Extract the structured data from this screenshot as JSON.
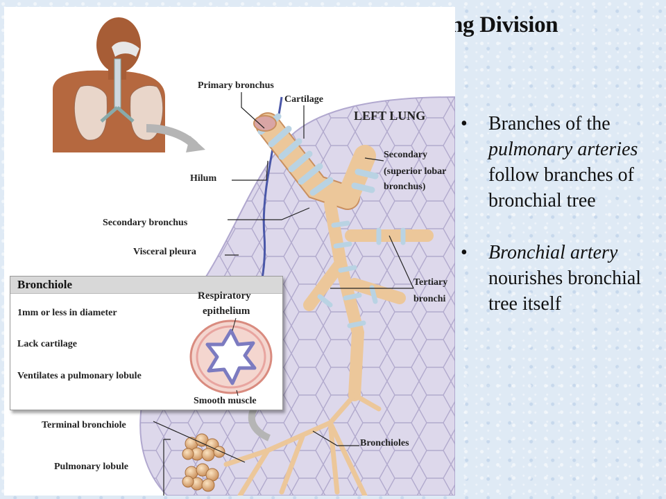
{
  "title": "Bronchial Tree – Conducting Division",
  "figure": {
    "labels": {
      "primary_bronchus": "Primary bronchus",
      "cartilage": "Cartilage",
      "left_lung": "LEFT LUNG",
      "secondary_lobar": [
        "Secondary",
        "(superior lobar",
        "bronchus)"
      ],
      "hilum": "Hilum",
      "secondary_bronchus": "Secondary bronchus",
      "visceral_pleura": "Visceral pleura",
      "tertiary_bronchi": [
        "Tertiary",
        "bronchi"
      ],
      "terminal_bronchiole": "Terminal bronchiole",
      "pulmonary_lobule": "Pulmonary lobule",
      "bronchioles": "Bronchioles"
    },
    "inset": {
      "title": "Bronchiole",
      "facts": [
        "1mm or less in diameter",
        "Lack cartilage",
        "Ventilates a pulmonary lobule"
      ],
      "respiratory_epithelium": [
        "Respiratory",
        "epithelium"
      ],
      "smooth_muscle": "Smooth muscle"
    }
  },
  "bullets": [
    {
      "marker": "•",
      "parts": [
        {
          "text": "Branches of the ",
          "italic": false
        },
        {
          "text": "pulmonary arteries",
          "italic": true
        },
        {
          "text": " follow branches of bronchial tree",
          "italic": false
        }
      ]
    },
    {
      "marker": "•",
      "parts": [
        {
          "text": "Bronchial artery",
          "italic": true
        },
        {
          "text": " nourishes bronchial tree itself",
          "italic": false
        }
      ]
    }
  ],
  "colors": {
    "airway": "#ecc79a",
    "cartilage": "#b9d3e3",
    "lung_tissue": "#ddd8eb",
    "artery": "#4a57a8",
    "skin": "#b5683f"
  }
}
